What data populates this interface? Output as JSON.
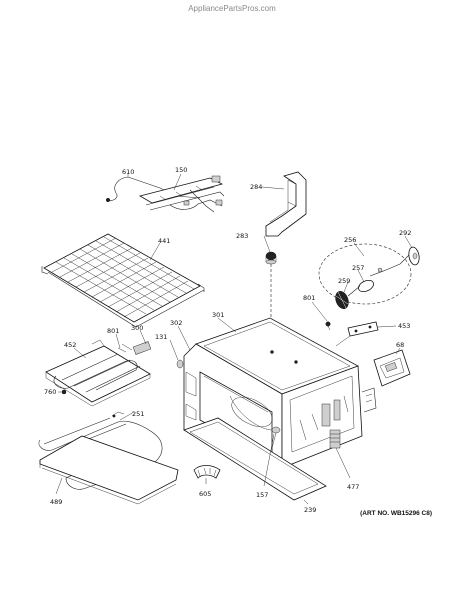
{
  "watermark": "AppliancePartsPros.com",
  "art_number": "(ART NO. WB15296 C8)",
  "callouts": {
    "c610": "610",
    "c150": "150",
    "c284": "284",
    "c441": "441",
    "c283": "283",
    "c256": "256",
    "c292": "292",
    "c257": "257",
    "c259": "259",
    "c801a": "801",
    "c453": "453",
    "c301": "301",
    "c302": "302",
    "c452": "452",
    "c801b": "801",
    "c300": "300",
    "c131": "131",
    "c68": "68",
    "c760": "760",
    "c251": "251",
    "c489": "489",
    "c605": "605",
    "c157": "157",
    "c239": "239",
    "c477": "477"
  }
}
